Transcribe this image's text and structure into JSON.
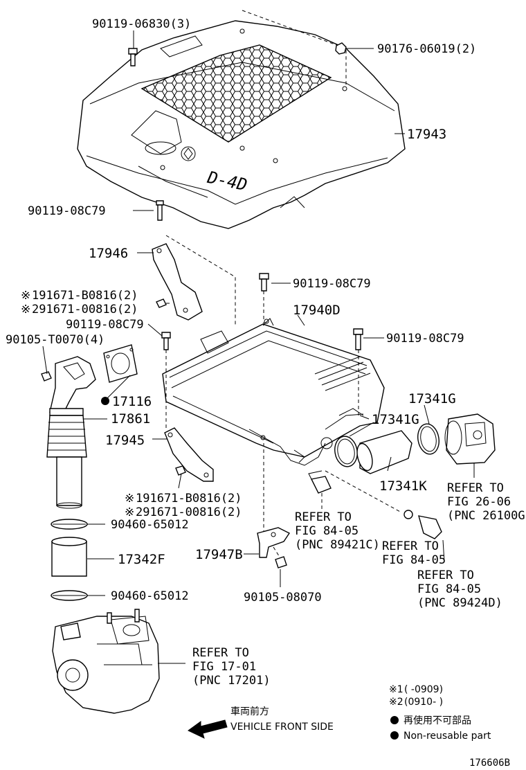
{
  "parts": {
    "bolt_top": "90119-06830(3)",
    "nut_top": "90176-06019(2)",
    "engine_cover": "17943",
    "bolt_bracket_upper": "90119-08C79",
    "bracket_upper": "17946",
    "bolt_intercooler_center": "90119-08C79",
    "bolt_intercooler_right": "90119-08C79",
    "nut_upper_1": "191671-B0816(2)",
    "nut_upper_2": "291671-00816(2)",
    "bolt_left_mid": "90119-08C79",
    "bolt_pipe": "90105-T0070(4)",
    "intercooler": "17940D",
    "gasket": "17116",
    "pipe": "17861",
    "bracket_lower": "17945",
    "clamp_right_1": "17341G",
    "clamp_right_2": "17341G",
    "hose_right": "17341K",
    "nut_lower_1": "191671-B0816(2)",
    "nut_lower_2": "291671-00816(2)",
    "clamp_lower_1": "90460-65012",
    "hose_lower": "17342F",
    "clamp_lower_2": "90460-65012",
    "bracket_bottom": "17947B",
    "bolt_bottom": "90105-08070"
  },
  "refs": {
    "ref_26_06": [
      "REFER TO",
      "FIG 26-06",
      "(PNC 26100G)"
    ],
    "ref_84_05_a": [
      "REFER TO",
      "FIG 84-05",
      "(PNC 89421C)"
    ],
    "ref_84_05_b": [
      "REFER TO",
      "FIG 84-05"
    ],
    "ref_84_05_c": [
      "REFER TO",
      "FIG 84-05",
      "(PNC 89424D)"
    ],
    "ref_17_01": [
      "REFER TO",
      "FIG 17-01",
      "(PNC 17201)"
    ]
  },
  "cover_logo": "D-4D",
  "legend": {
    "mark1": "※1",
    "range1": "(      -0909)",
    "mark2": "※2",
    "range2": "(0910-      )",
    "nonreusable_jp": "再使用不可部品",
    "nonreusable_en": "Non-reusable part"
  },
  "front": {
    "jp": "車両前方",
    "en": "VEHICLE FRONT SIDE"
  },
  "drawing_number": "176606B"
}
